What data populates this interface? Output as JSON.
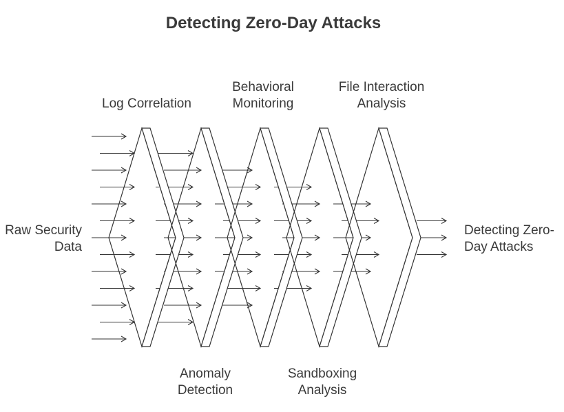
{
  "title": "Detecting Zero-Day Attacks",
  "input_label": [
    "Raw Security",
    "Data"
  ],
  "output_label": [
    "Detecting Zero-",
    "Day Attacks"
  ],
  "stages": [
    {
      "lines": [
        "Log Correlation"
      ],
      "arrows_in": 13
    },
    {
      "lines": [
        "Anomaly",
        "Detection"
      ],
      "arrows_in": 11
    },
    {
      "lines": [
        "Behavioral",
        "Monitoring"
      ],
      "arrows_in": 9
    },
    {
      "lines": [
        "Sandboxing",
        "Analysis"
      ],
      "arrows_in": 7
    },
    {
      "lines": [
        "File Interaction",
        "Analysis"
      ],
      "arrows_in": 5
    }
  ],
  "output_arrows": 3,
  "colors": {
    "text": "#3a3a3a",
    "stroke": "#333333",
    "fill": "#ffffff"
  }
}
